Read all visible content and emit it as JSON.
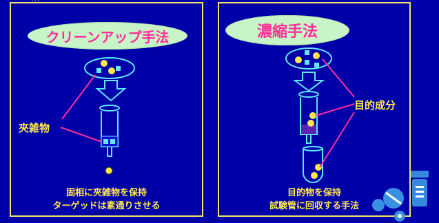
{
  "top_text": "...",
  "left_panel": {
    "title": "クリーンアップ手法",
    "label": "夾雑物",
    "caption_line1": "固相に夾雑物を保持",
    "caption_line2": "ターゲッドは素通りさせる"
  },
  "right_panel": {
    "title": "濃縮手法",
    "label": "目的成分",
    "caption_line1": "目的物を保持",
    "caption_line2": "試験管に回収する手法"
  },
  "colors": {
    "background": "#0000a8",
    "frame": "#f0e66a",
    "pill": "#c8f5c8",
    "pill_text": "#ff2e9b",
    "accent": "#ffe84a",
    "cyan": "#5fe8ff",
    "pink": "#ff2e9b",
    "purple": "#5a24b8"
  }
}
